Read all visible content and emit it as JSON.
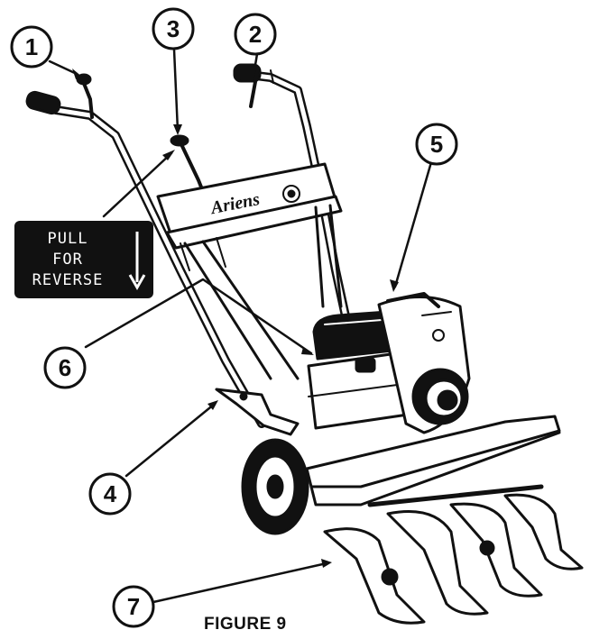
{
  "sign": {
    "line1": "PULL",
    "line2": "FOR",
    "line3": "REVERSE"
  },
  "callouts": [
    "1",
    "2",
    "3",
    "4",
    "5",
    "6",
    "7"
  ],
  "brand": "Ariens",
  "caption": "FIGURE 9",
  "colors": {
    "ink": "#111111",
    "paper": "#ffffff"
  }
}
